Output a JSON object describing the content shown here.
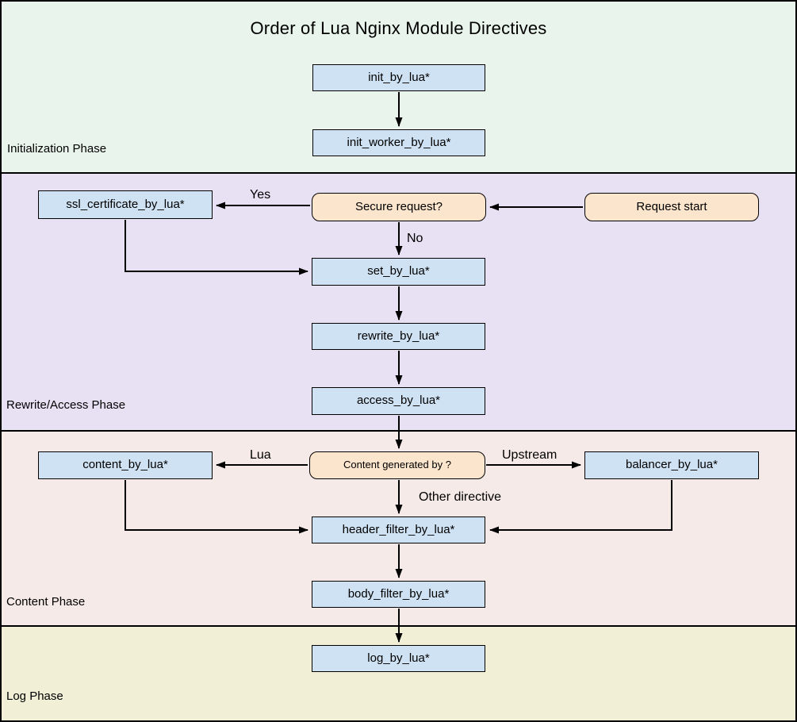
{
  "title": "Order of Lua Nginx Module Directives",
  "phases": [
    {
      "name": "Initialization Phase"
    },
    {
      "name": "Rewrite/Access Phase"
    },
    {
      "name": "Content Phase"
    },
    {
      "name": "Log Phase"
    }
  ],
  "nodes": {
    "init_by_lua": "init_by_lua*",
    "init_worker_by_lua": "init_worker_by_lua*",
    "ssl_certificate_by_lua": "ssl_certificate_by_lua*",
    "secure_request": "Secure request?",
    "request_start": "Request start",
    "set_by_lua": "set_by_lua*",
    "rewrite_by_lua": "rewrite_by_lua*",
    "access_by_lua": "access_by_lua*",
    "content_by_lua": "content_by_lua*",
    "content_generated_by": "Content generated by ?",
    "balancer_by_lua": "balancer_by_lua*",
    "header_filter_by_lua": "header_filter_by_lua*",
    "body_filter_by_lua": "body_filter_by_lua*",
    "log_by_lua": "log_by_lua*"
  },
  "edge_labels": {
    "yes": "Yes",
    "no": "No",
    "lua": "Lua",
    "upstream": "Upstream",
    "other_directive": "Other directive"
  },
  "colors": {
    "phase_init": "#e9f4ec",
    "phase_rewrite": "#e8e1f3",
    "phase_content": "#f5eae8",
    "phase_log": "#f1f0d7",
    "node_directive": "#cfe2f3",
    "node_decision": "#fce5cd",
    "line": "#000000"
  }
}
